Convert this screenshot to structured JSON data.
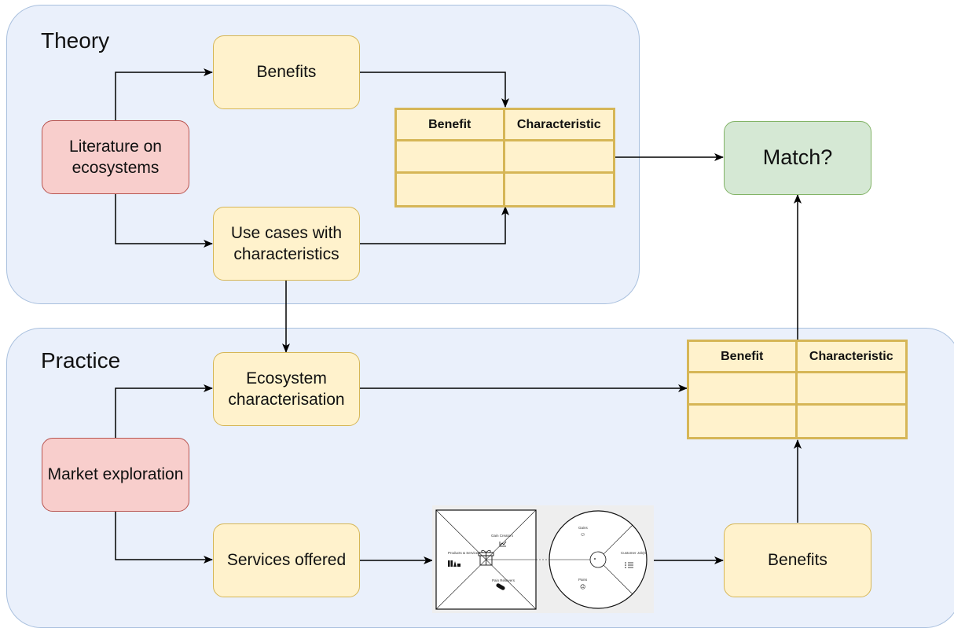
{
  "regions": {
    "theory": "Theory",
    "practice": "Practice"
  },
  "nodes": {
    "benefits_top": "Benefits",
    "literature": "Literature on ecosystems",
    "use_cases": "Use cases with characteristics",
    "match": "Match?",
    "ecosystem_char": "Ecosystem characterisation",
    "market_exploration": "Market exploration",
    "services_offered": "Services offered",
    "benefits_bottom": "Benefits"
  },
  "table_top": {
    "col1": "Benefit",
    "col2": "Characteristic"
  },
  "table_bottom": {
    "col1": "Benefit",
    "col2": "Characteristic"
  },
  "canvas": {
    "gain_creators": "Gain Creators",
    "products_services": "Products & Services",
    "pain_relievers": "Pain Relievers",
    "gains": "Gains",
    "customer_jobs": "Customer Job(s)",
    "pains": "Pains"
  },
  "colors": {
    "region_fill": "#eaf0fb",
    "process_fill": "#fff2cc",
    "source_fill": "#f8cecc",
    "match_fill": "#d5e8d4"
  }
}
